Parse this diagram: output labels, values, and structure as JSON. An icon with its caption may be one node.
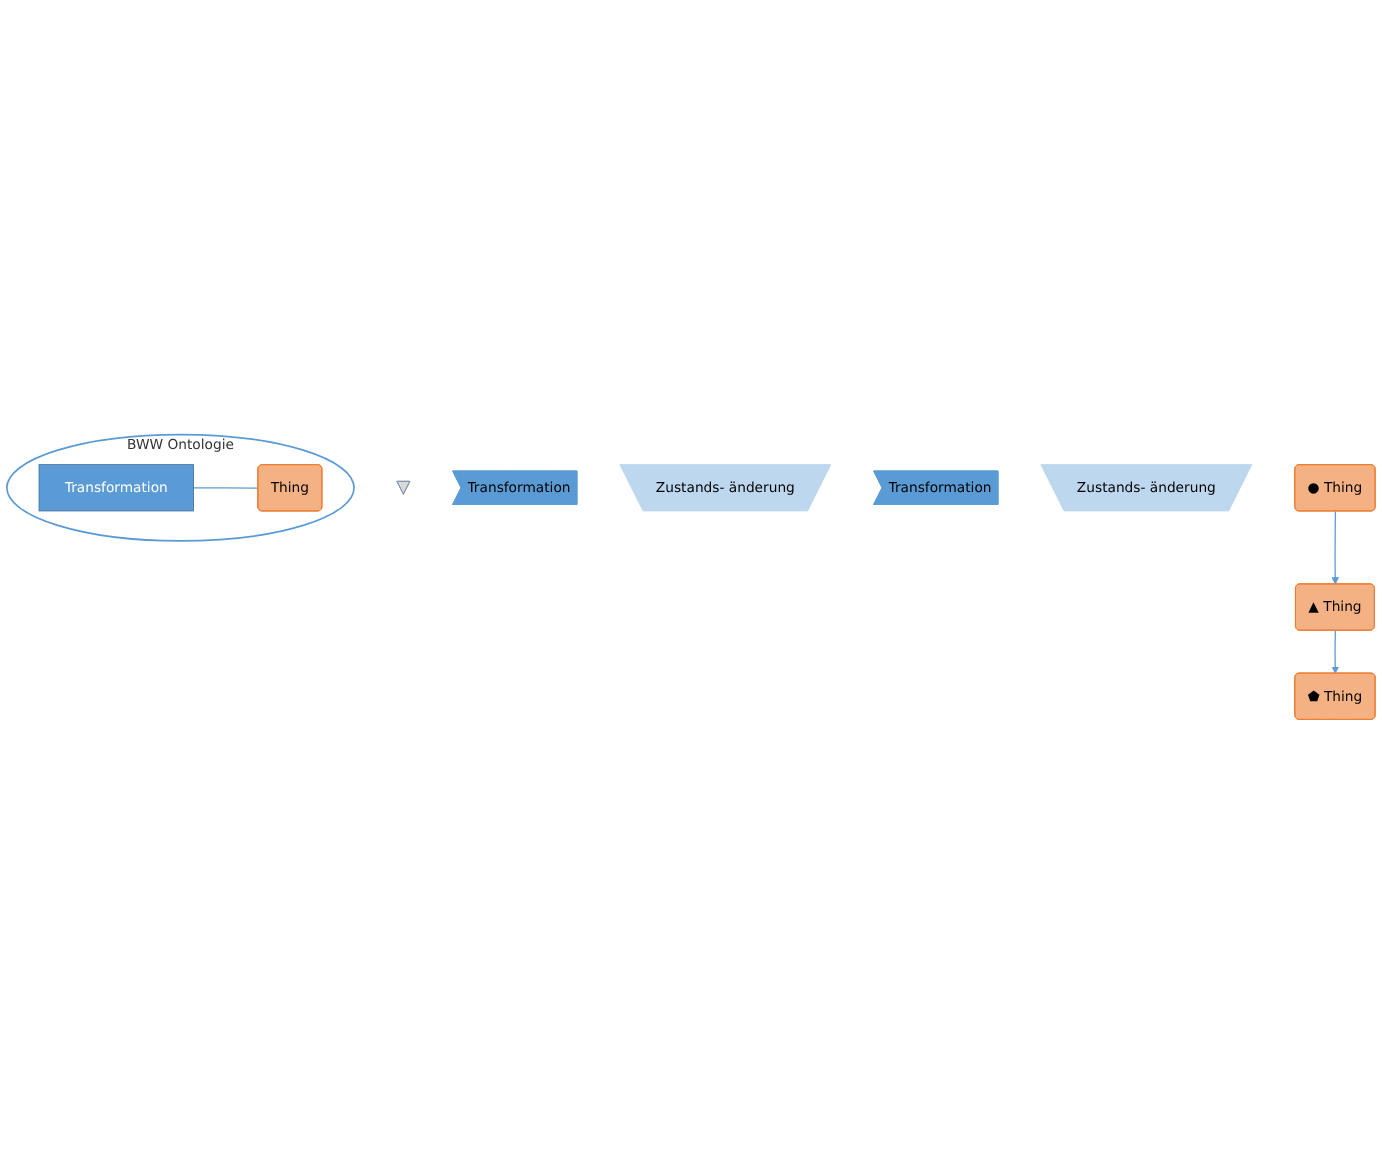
{
  "diagram": {
    "nodes": [
      {
        "text": [
          "BWW Ontologie"
        ]
      },
      {
        "text": [
          "Transformation"
        ],
        "in": 0
      },
      {
        "text": [
          "Thing"
        ],
        "in": 0
      },
      {
        "text": [],
        "shape": "triangle"
      },
      {
        "text": [
          "Transformation"
        ]
      },
      {
        "text": [
          "Zustands- änderung"
        ]
      },
      {
        "text": [
          "Transformation"
        ]
      },
      {
        "text": [
          "Zustands- änderung"
        ]
      },
      {
        "text": [
          "● Thing"
        ]
      },
      {
        "text": [
          "▲ Thing"
        ]
      },
      {
        "text": [
          "⬟ Thing"
        ]
      }
    ],
    "edges": [
      {
        "from": 1,
        "to": 2,
        "arrow": "none"
      },
      {
        "from": 8,
        "to": 9,
        "arrow": "to"
      },
      {
        "from": 9,
        "to": 10,
        "arrow": "to"
      }
    ]
  }
}
